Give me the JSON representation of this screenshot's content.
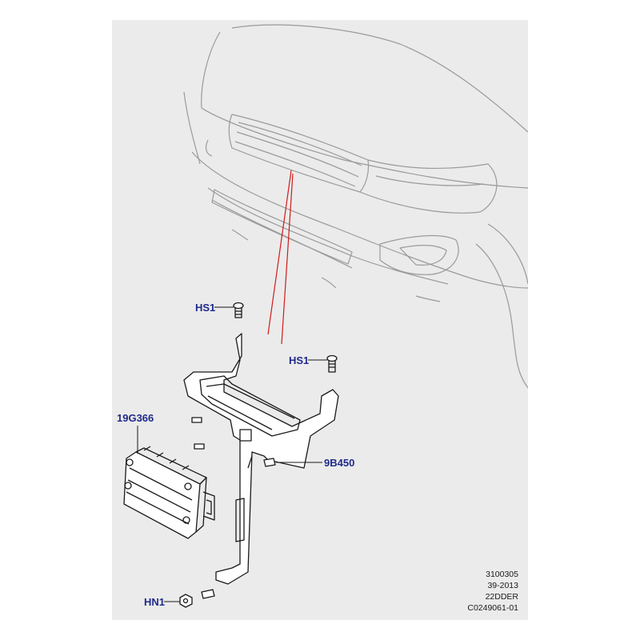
{
  "callouts": {
    "hs1_upper": "HS1",
    "hs1_lower": "HS1",
    "module": "19G366",
    "bracket": "9B450",
    "nut": "HN1"
  },
  "info": {
    "line1": "3100305",
    "line2": "39-2013",
    "line3": "22DDER",
    "line4": "C0249061-01"
  },
  "colors": {
    "background": "#ebebeb",
    "line_art": "#9a9a9a",
    "part_art": "#1a1a1a",
    "callout_text": "#1f2a8c",
    "leader_red": "#d21a1a"
  }
}
